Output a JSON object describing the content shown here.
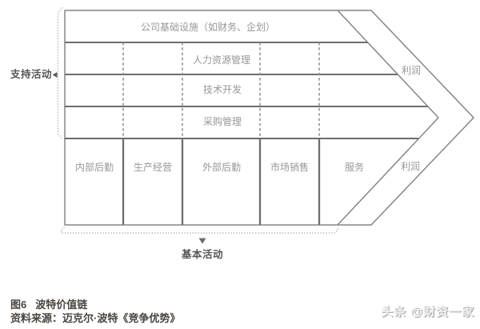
{
  "diagram": {
    "support_section_label": "支持活动",
    "primary_section_label": "基本活动",
    "support_rows": [
      "公司基础设施（如财务、企划）",
      "人力资源管理",
      "技术开发",
      "采购管理"
    ],
    "primary_columns": [
      "内部后勤",
      "生产经营",
      "外部后勤",
      "市场销售",
      "服务"
    ],
    "profit_top": "利润",
    "profit_bottom": "利润",
    "colors": {
      "outline": "#868686",
      "separator": "#6d6d6d",
      "diagram_text": "#979797",
      "section_label": "#555555",
      "dotted_bracket": "#a5a5a5",
      "caption_text": "#4a453f"
    }
  },
  "caption": {
    "figure_label": "图6",
    "figure_title": "波特价值链",
    "source": "资料来源：迈克尔·波特《竞争优势》"
  },
  "watermark": {
    "text": "头条 @财资一家"
  }
}
